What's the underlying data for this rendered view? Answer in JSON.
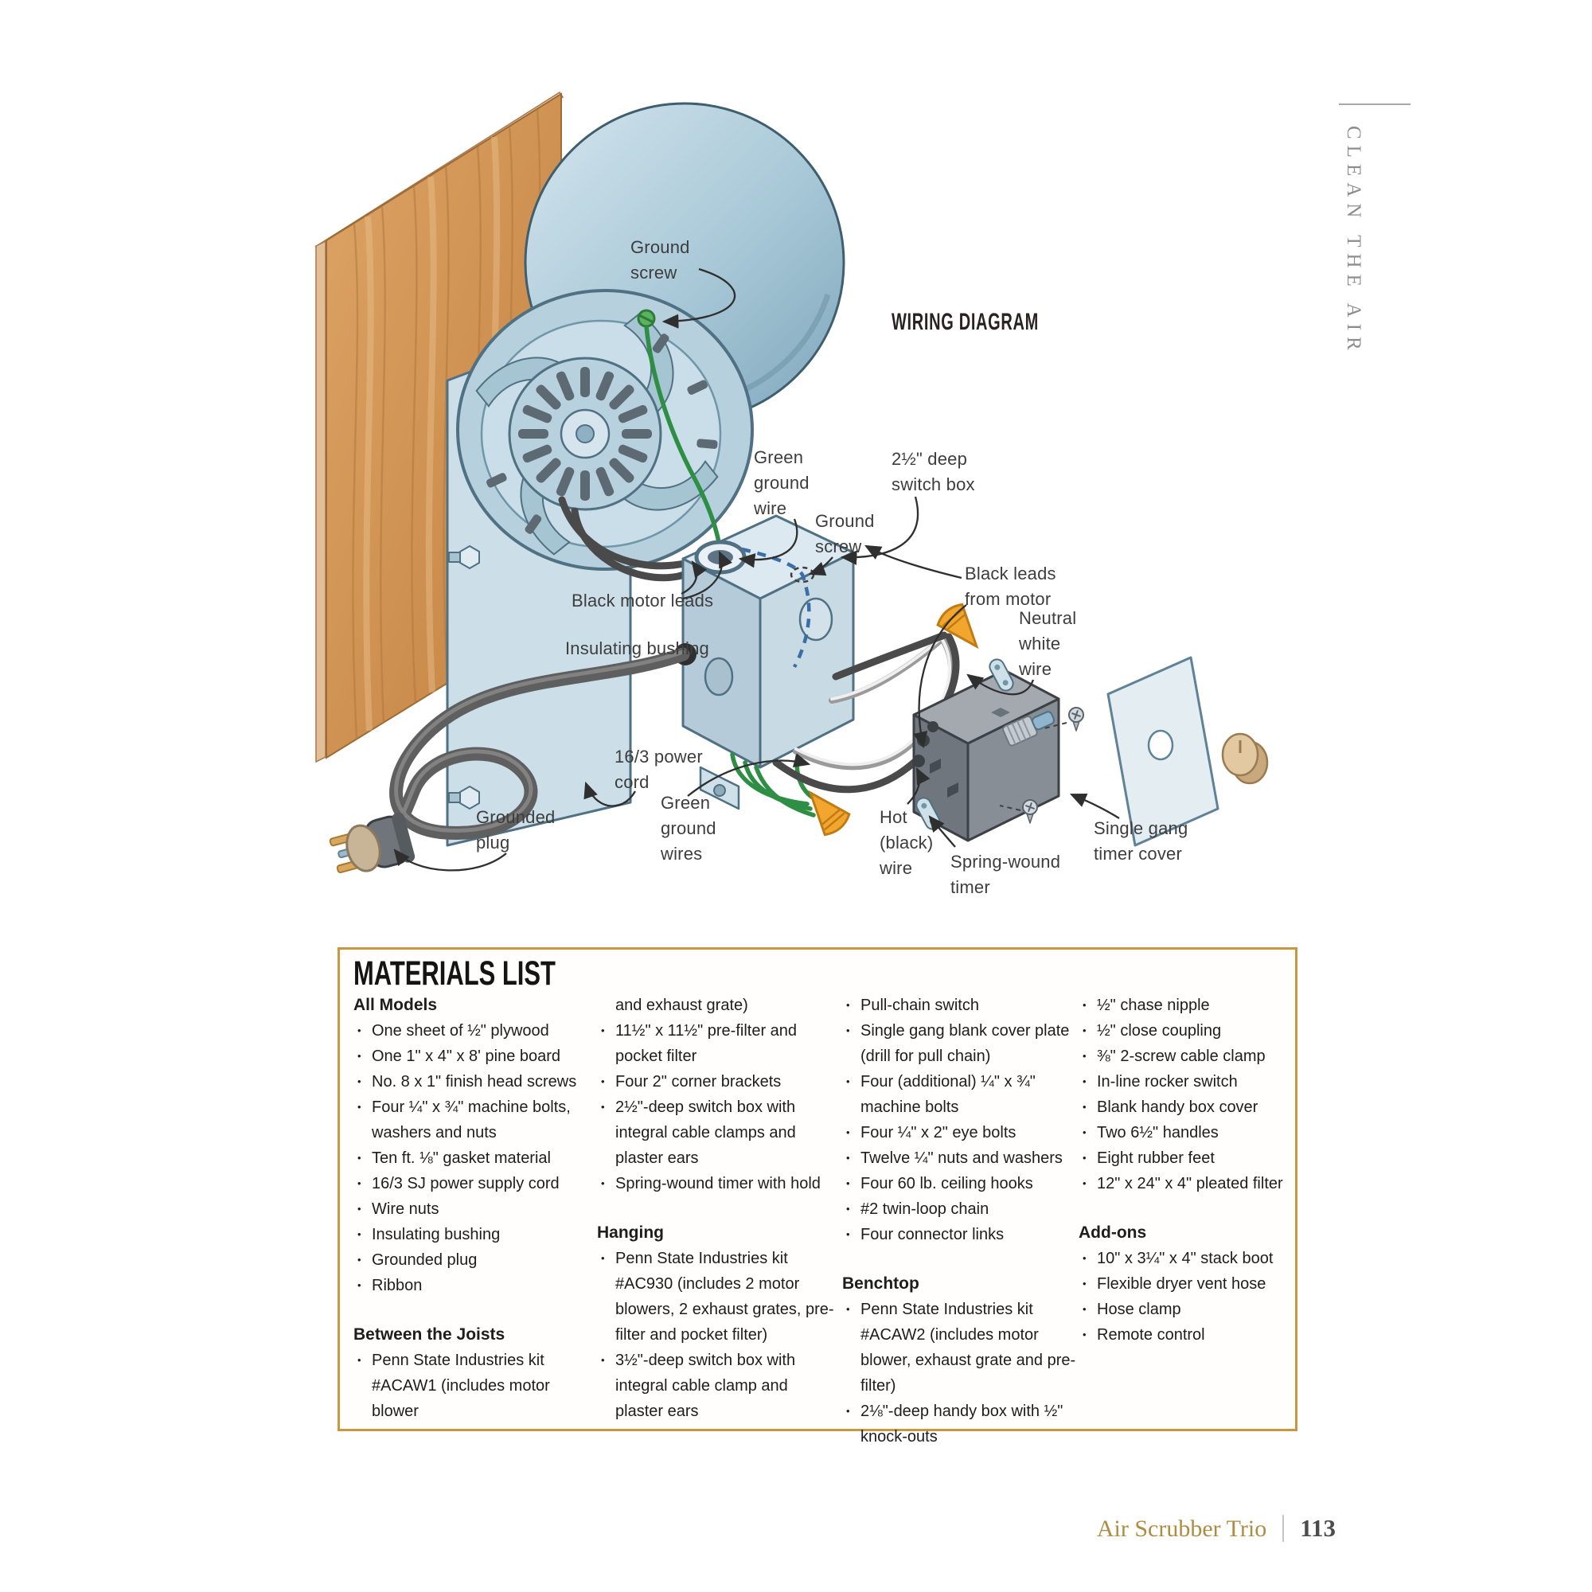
{
  "sidebar": {
    "label": "CLEAN THE AIR"
  },
  "diagram": {
    "title": "WIRING DIAGRAM",
    "labels": {
      "ground_screw_top": [
        "Ground",
        "screw"
      ],
      "green_ground_wire": [
        "Green",
        "ground",
        "wire"
      ],
      "switch_box": [
        "2½\" deep",
        "switch box"
      ],
      "ground_screw_box": [
        "Ground",
        "screw"
      ],
      "black_motor_leads": [
        "Black motor leads"
      ],
      "insulating_bushing": [
        "Insulating bushing"
      ],
      "black_leads_from_motor": [
        "Black leads",
        "from motor"
      ],
      "neutral_white_wire": [
        "Neutral",
        "white",
        "wire"
      ],
      "power_cord": [
        "16/3 power",
        "cord"
      ],
      "grounded_plug": [
        "Grounded",
        "plug"
      ],
      "green_ground_wires": [
        "Green",
        "ground",
        "wires"
      ],
      "hot_black_wire": [
        "Hot",
        "(black)",
        "wire"
      ],
      "spring_wound_timer": [
        "Spring-wound",
        "timer"
      ],
      "single_gang_timer_cover": [
        "Single gang",
        "timer cover"
      ]
    },
    "colors": {
      "wood": "#cf9057",
      "metal_light": "#cfe2ec",
      "metal_mid": "#b7d1de",
      "metal_dark": "#6f96a9",
      "outline": "#4f7183",
      "wire_green": "#2e8f44",
      "wire_black": "#4a4a4a",
      "wire_white": "#efefef",
      "wire_nut_orange": "#f2a62e",
      "ground_path_blue": "#3a6ea8",
      "timer_gray": "#878e96"
    }
  },
  "materials": {
    "title": "MATERIALS LIST",
    "border_color": "#c9973f",
    "columns": [
      {
        "blocks": [
          {
            "t": "h",
            "text": "All Models"
          },
          {
            "t": "i",
            "text": "One sheet of ½\" plywood"
          },
          {
            "t": "i",
            "text": "One 1\" x 4\" x 8' pine board"
          },
          {
            "t": "i",
            "text": "No. 8 x 1\" finish head screws"
          },
          {
            "t": "i",
            "text": "Four ¼\" x ¾\" machine bolts, washers and nuts"
          },
          {
            "t": "i",
            "text": "Ten ft. ⅛\" gasket material"
          },
          {
            "t": "i",
            "text": "16/3 SJ power supply cord"
          },
          {
            "t": "i",
            "text": "Wire nuts"
          },
          {
            "t": "i",
            "text": "Insulating bushing"
          },
          {
            "t": "i",
            "text": "Grounded plug"
          },
          {
            "t": "i",
            "text": "Ribbon"
          },
          {
            "t": "g"
          },
          {
            "t": "h",
            "text": "Between the Joists"
          },
          {
            "t": "i",
            "text": "Penn State Industries kit #ACAW1 (includes motor blower"
          }
        ]
      },
      {
        "blocks": [
          {
            "t": "c",
            "text": "and exhaust grate)"
          },
          {
            "t": "i",
            "text": "11½\" x 11½\" pre-filter and pocket filter"
          },
          {
            "t": "i",
            "text": "Four 2\" corner brackets"
          },
          {
            "t": "i",
            "text": "2½\"-deep switch box with integral cable clamps and plaster ears"
          },
          {
            "t": "i",
            "text": "Spring-wound timer with hold"
          },
          {
            "t": "g"
          },
          {
            "t": "h",
            "text": "Hanging"
          },
          {
            "t": "i",
            "text": "Penn State Industries kit #AC930 (includes 2 motor blowers, 2 exhaust grates, pre-filter and pocket filter)"
          },
          {
            "t": "i",
            "text": "3½\"-deep switch box with integral cable clamp and plaster ears"
          }
        ]
      },
      {
        "blocks": [
          {
            "t": "i",
            "text": "Pull-chain switch"
          },
          {
            "t": "i",
            "text": "Single gang blank cover plate (drill for pull chain)"
          },
          {
            "t": "i",
            "text": "Four (additional) ¼\" x ¾\" machine bolts"
          },
          {
            "t": "i",
            "text": "Four ¼\" x 2\" eye bolts"
          },
          {
            "t": "i",
            "text": "Twelve ¼\" nuts and washers"
          },
          {
            "t": "i",
            "text": "Four 60 lb. ceiling hooks"
          },
          {
            "t": "i",
            "text": "#2 twin-loop chain"
          },
          {
            "t": "i",
            "text": "Four connector links"
          },
          {
            "t": "g"
          },
          {
            "t": "h",
            "text": "Benchtop"
          },
          {
            "t": "i",
            "text": "Penn State Industries kit #ACAW2 (includes motor blower, exhaust grate and pre-filter)"
          },
          {
            "t": "i",
            "text": "2⅛\"-deep handy box with ½\" knock-outs"
          }
        ]
      },
      {
        "blocks": [
          {
            "t": "i",
            "text": "½\" chase nipple"
          },
          {
            "t": "i",
            "text": "½\" close coupling"
          },
          {
            "t": "i",
            "text": "⅜\" 2-screw cable clamp"
          },
          {
            "t": "i",
            "text": "In-line rocker switch"
          },
          {
            "t": "i",
            "text": "Blank handy box cover"
          },
          {
            "t": "i",
            "text": "Two 6½\" handles"
          },
          {
            "t": "i",
            "text": "Eight rubber feet"
          },
          {
            "t": "i",
            "text": "12\" x 24\" x 4\" pleated filter"
          },
          {
            "t": "g"
          },
          {
            "t": "h",
            "text": "Add-ons"
          },
          {
            "t": "i",
            "text": "10\" x 3¼\" x 4\" stack boot"
          },
          {
            "t": "i",
            "text": "Flexible dryer vent hose"
          },
          {
            "t": "i",
            "text": "Hose clamp"
          },
          {
            "t": "i",
            "text": "Remote control"
          }
        ]
      }
    ]
  },
  "footer": {
    "title": "Air Scrubber Trio",
    "page": "113"
  }
}
